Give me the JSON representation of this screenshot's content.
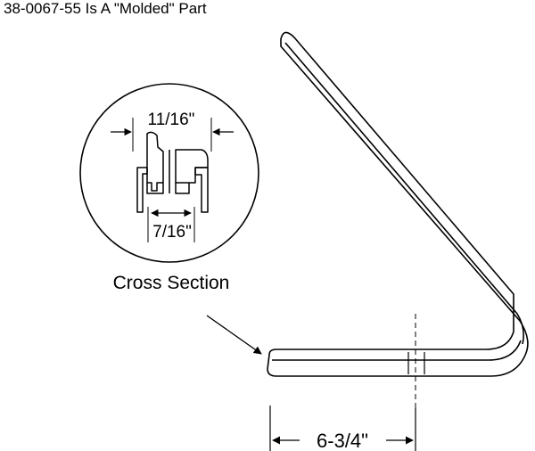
{
  "title": "38-0067-55 Is A \"Molded\" Part",
  "cross_section": {
    "caption": "Cross Section",
    "top_width": "11/16\"",
    "inner_width": "7/16\""
  },
  "length_label": "6-3/4\""
}
